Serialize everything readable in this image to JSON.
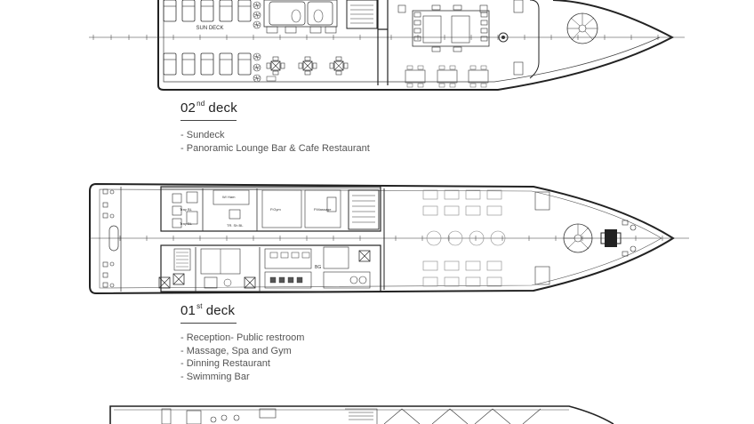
{
  "decks": [
    {
      "num": "02",
      "sup": "nd",
      "word": "deck",
      "features": [
        "Sundeck",
        "Panoramic Lounge Bar & Cafe Restaurant"
      ]
    },
    {
      "num": "01",
      "sup": "st",
      "word": "deck",
      "features": [
        "Reception- Public restroom",
        "Massage, Spa and Gym",
        "Dinning Restaurant",
        "Swimming Bar"
      ]
    }
  ],
  "plan_labels": {
    "sun_deck": "SUN DECK",
    "wc_ham": "W/ Ham",
    "p_gym": "P.Gym",
    "p_massage": "P.Massage",
    "tray_bl": "Tray BL",
    "tr_sh_bl": "TR. Sh BL",
    "bg": "BG"
  },
  "icons": [
    "ship-plan",
    "lifebuoy-icon",
    "table-set-icon",
    "spiral-stair-icon"
  ]
}
